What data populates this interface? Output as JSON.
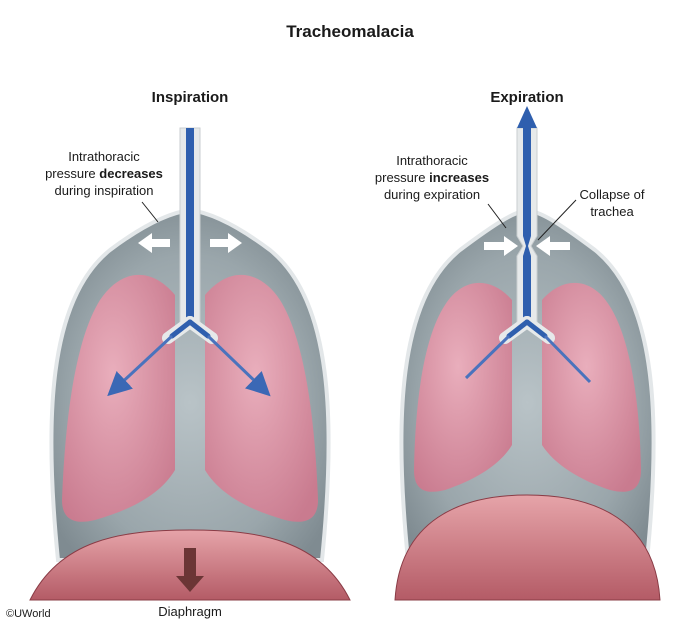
{
  "title": "Tracheomalacia",
  "panels": {
    "inspiration": {
      "title": "Inspiration",
      "pressure_label": {
        "line1": "Intrathoracic",
        "line2_pre": "pressure ",
        "line2_bold": "decreases",
        "line3": "during inspiration"
      },
      "diaphragm_label": "Diaphragm"
    },
    "expiration": {
      "title": "Expiration",
      "pressure_label": {
        "line1": "Intrathoracic",
        "line2_pre": "pressure ",
        "line2_bold": "increases",
        "line3": "during expiration"
      },
      "collapse_label": {
        "line1": "Collapse of",
        "line2": "trachea"
      }
    }
  },
  "copyright": "©UWorld",
  "colors": {
    "thorax_fill": "#a7b2b7",
    "thorax_outline": "#dfe3e5",
    "lung": "#d98fa3",
    "airflow": "#2f5fae",
    "diaphragm": "#c5707b",
    "arrow_dark": "#6b3535"
  }
}
